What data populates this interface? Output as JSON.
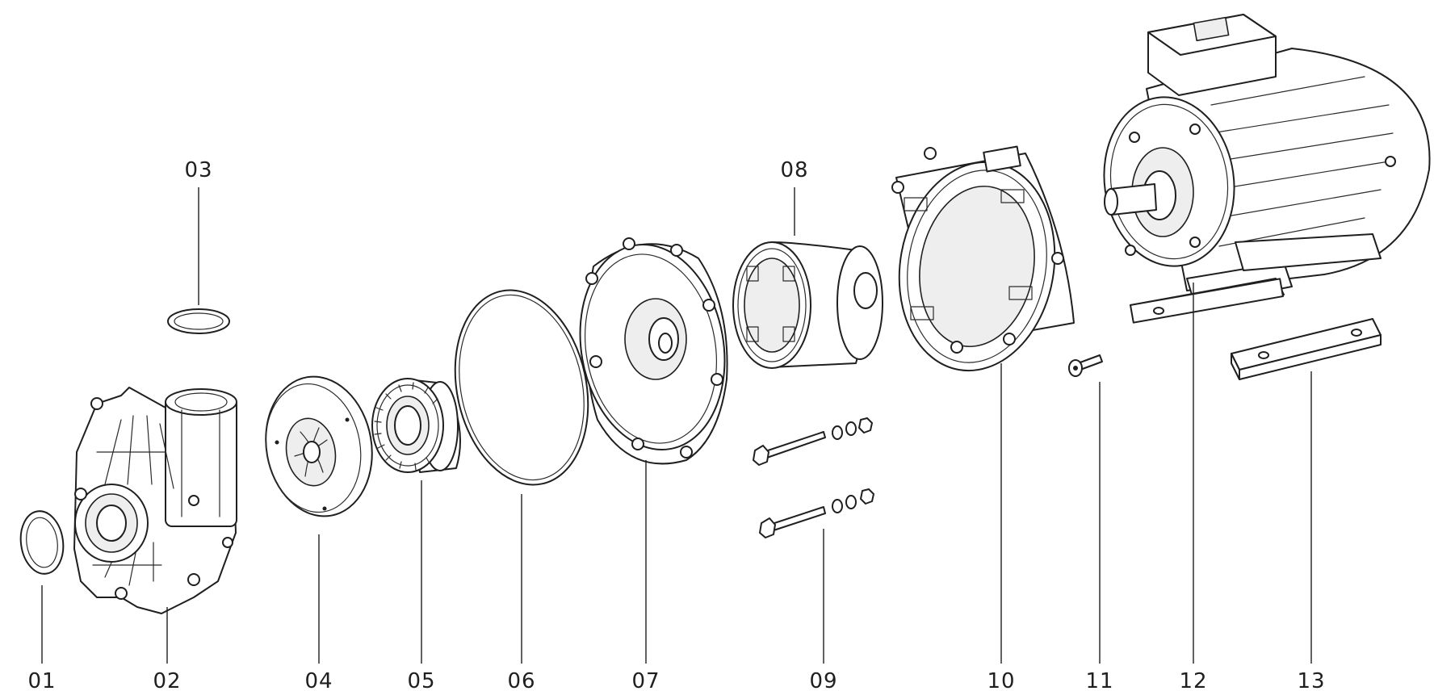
{
  "diagram": {
    "colors": {
      "line": "#1f1f1f",
      "fill": "#ffffff",
      "shade": "#eeeeee"
    },
    "callouts": [
      {
        "id": "01",
        "label": "01"
      },
      {
        "id": "02",
        "label": "02"
      },
      {
        "id": "03",
        "label": "03"
      },
      {
        "id": "04",
        "label": "04"
      },
      {
        "id": "05",
        "label": "05"
      },
      {
        "id": "06",
        "label": "06"
      },
      {
        "id": "07",
        "label": "07"
      },
      {
        "id": "08",
        "label": "08"
      },
      {
        "id": "09",
        "label": "09"
      },
      {
        "id": "10",
        "label": "10"
      },
      {
        "id": "11",
        "label": "11"
      },
      {
        "id": "12",
        "label": "12"
      },
      {
        "id": "13",
        "label": "13"
      }
    ]
  }
}
